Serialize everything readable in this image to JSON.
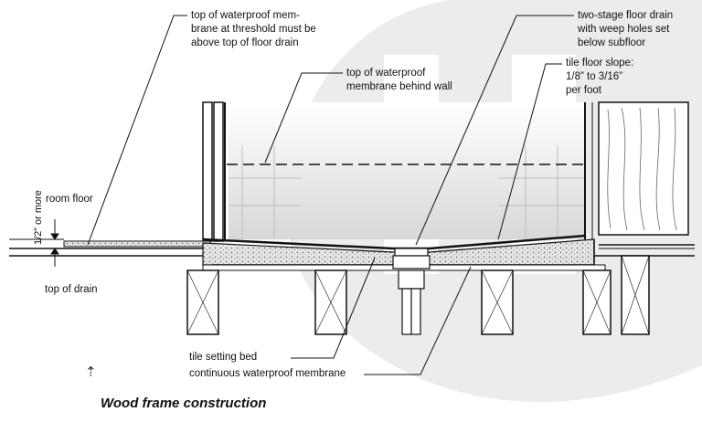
{
  "labels": {
    "threshold_membrane": [
      "top of waterproof mem-",
      "brane at threshold must be",
      "above top of floor drain"
    ],
    "membrane_behind_wall": [
      "top of waterproof",
      "membrane behind wall"
    ],
    "floor_drain": [
      "two-stage floor drain",
      "with weep holes set",
      "below subfloor"
    ],
    "floor_slope": [
      "tile floor slope:",
      "1/8” to 3/16”",
      "per foot"
    ],
    "room_floor": "room floor",
    "half_inch": "1/2” or more",
    "top_of_drain": "top of drain",
    "setting_bed": "tile setting bed",
    "continuous_membrane": "continuous waterproof membrane"
  },
  "caption": "Wood frame construction",
  "icons": {
    "north": "dotted-up-arrow-icon"
  },
  "colors": {
    "ink": "#111111",
    "watermark": "#e9e9e9",
    "mortar": "#dcdcdc"
  }
}
